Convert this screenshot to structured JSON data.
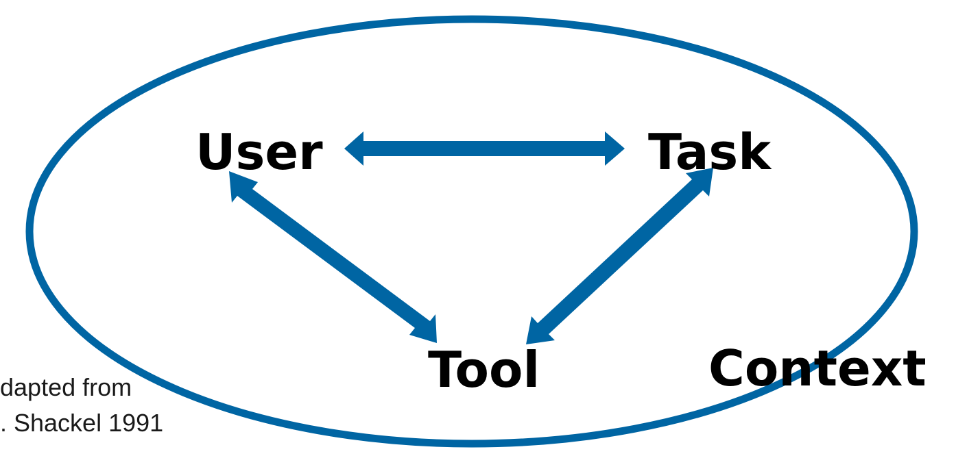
{
  "colors": {
    "accent": "#0065A3",
    "text": "#000000",
    "background": "#FFFFFF"
  },
  "nodes": {
    "user": "User",
    "task": "Task",
    "tool": "Tool",
    "context": "Context"
  },
  "caption": {
    "line1": "dapted from",
    "line2": ". Shackel 1991"
  }
}
